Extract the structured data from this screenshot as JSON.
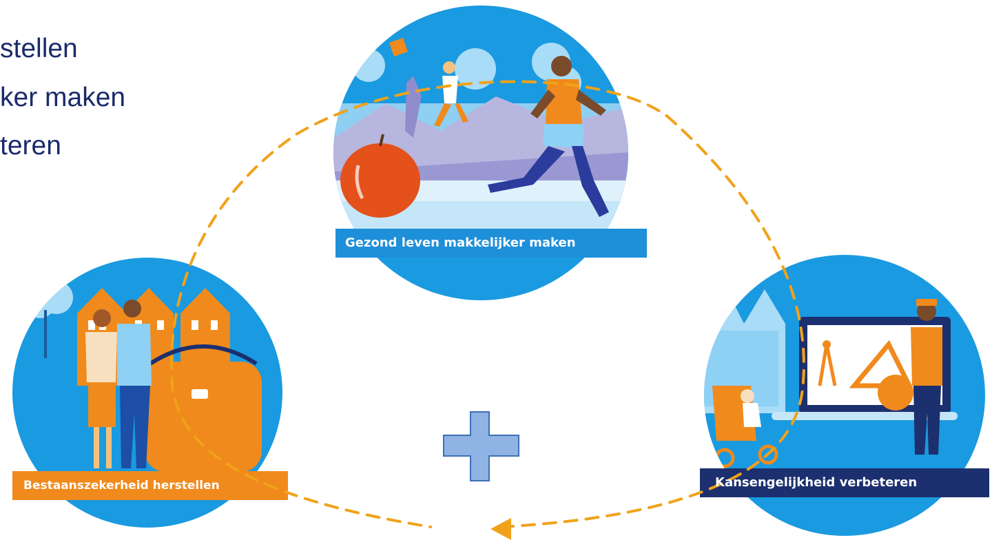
{
  "text_lines": [
    "stellen",
    "ker maken",
    "teren"
  ],
  "themes": {
    "health": {
      "label": "Gezond leven makkelijker maken",
      "bar_color": "#1e8fd9"
    },
    "income": {
      "label": "Bestaanszekerheid herstellen",
      "bar_color": "#f08a1c"
    },
    "equality": {
      "label": "Kansengelijkheid verbeteren",
      "bar_color": "#1c2f6e"
    }
  },
  "colors": {
    "circle_blue": "#1a9ae0",
    "cycle_dash": "#f0a21a",
    "plus_fill": "#8fb3e3",
    "plus_stroke": "#3d6fb5",
    "text_navy": "#1a2a6b"
  },
  "icons": {
    "cycle": "dashed-cycle-arrow",
    "center": "plus-icon"
  }
}
